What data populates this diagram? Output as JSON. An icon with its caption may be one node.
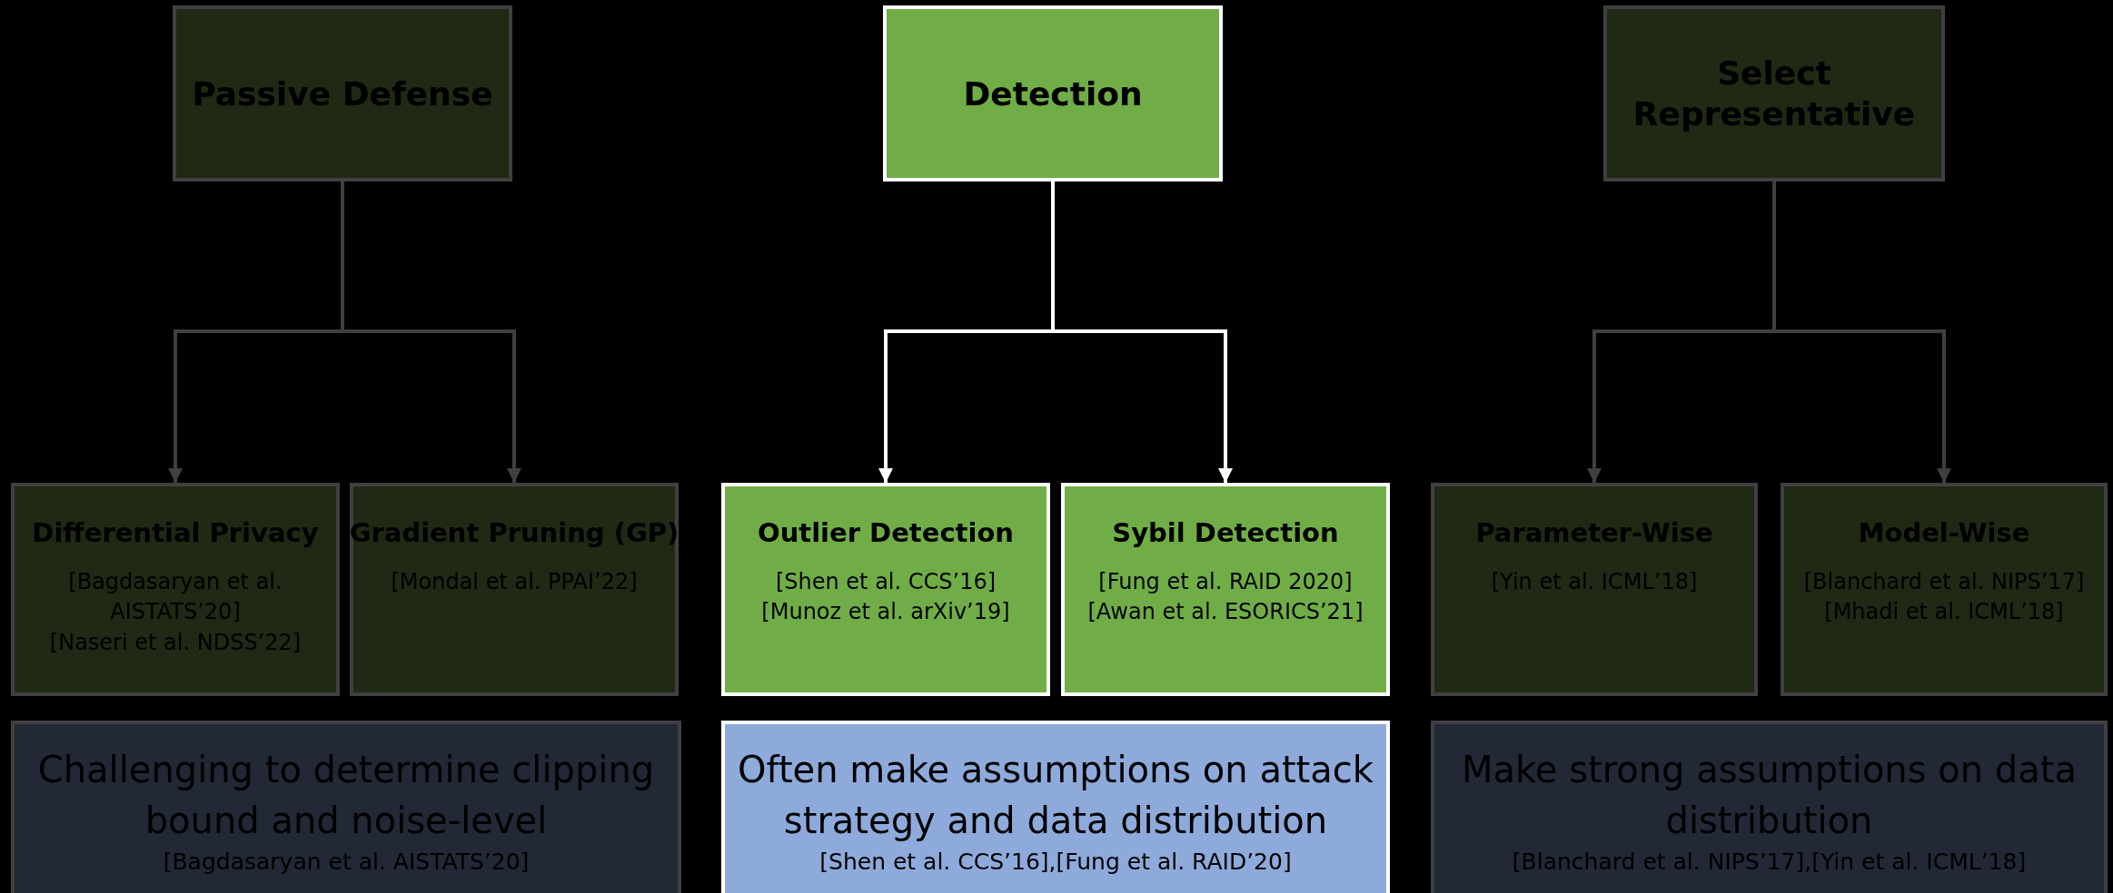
{
  "diagram": {
    "nodes": [
      {
        "text": [
          "Passive Defense"
        ]
      },
      {
        "text": [
          "Detection"
        ]
      },
      {
        "text": [
          "Select Representative"
        ]
      },
      {
        "text": [
          "Differential Privacy",
          "[Bagdasaryan et al. AISTATS’20]",
          "[Naseri et al. NDSS’22]"
        ]
      },
      {
        "text": [
          "Gradient Pruning (GP)",
          "[Mondal  et al. PPAI’22]"
        ]
      },
      {
        "text": [
          "Outlier Detection",
          "[Shen et al. CCS’16]",
          "[Munoz et al. arXiv’19]"
        ]
      },
      {
        "text": [
          "Sybil Detection",
          "[Fung et al. RAID 2020]",
          "[Awan et al. ESORICS’21]"
        ]
      },
      {
        "text": [
          "Parameter-Wise",
          "[Yin et al. ICML’18]"
        ]
      },
      {
        "text": [
          "Model-Wise",
          "[Blanchard et al. NIPS’17]",
          "[Mhadi et al. ICML’18]"
        ]
      },
      {
        "text": [
          "Challenging to determine clipping bound and noise-level",
          "[Bagdasaryan et al. AISTATS’20]"
        ]
      },
      {
        "text": [
          "Often make assumptions on attack strategy and data distribution",
          "[Shen et al. CCS’16],[Fung et al. RAID’20]"
        ]
      },
      {
        "text": [
          "Make strong assumptions on data distribution",
          "[Blanchard et al. NIPS’17],[Yin et al. ICML’18]"
        ]
      }
    ],
    "edges": [
      {
        "from": 0,
        "to": 3,
        "arrow": "to"
      },
      {
        "from": 0,
        "to": 4,
        "arrow": "to"
      },
      {
        "from": 1,
        "to": 5,
        "arrow": "to",
        "color": "#ffffff"
      },
      {
        "from": 1,
        "to": 6,
        "arrow": "to",
        "color": "#ffffff"
      },
      {
        "from": 2,
        "to": 7,
        "arrow": "to"
      },
      {
        "from": 2,
        "to": 8,
        "arrow": "to"
      }
    ]
  }
}
